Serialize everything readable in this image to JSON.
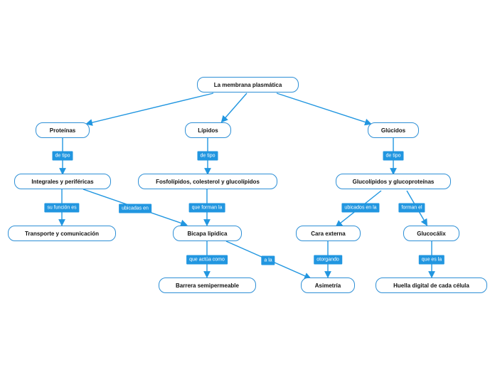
{
  "colors": {
    "line": "#2196e0",
    "border": "#2d8fd6",
    "label_bg": "#2196e0",
    "label_text": "#ffffff"
  },
  "nodes": {
    "root": "La membrana plasmática",
    "proteinas": "Proteínas",
    "lipidos": "Lípidos",
    "glucidos": "Glúcidos",
    "integrales": "Integrales y periféricas",
    "fosfolipidos": "Fosfolípidos, colesterol y glucolípidos",
    "glucolipidos": "Glucolípidos y glucoproteínas",
    "transporte": "Transporte y comunicación",
    "bicapa": "Bicapa lipídica",
    "cara_externa": "Cara externa",
    "glucocalix": "Glucocálix",
    "barrera": "Barrera semipermeable",
    "asimetria": "Asimetría",
    "huella": "Huella digital de cada célula"
  },
  "labels": {
    "de_tipo_1": "de tipo",
    "de_tipo_2": "de tipo",
    "de_tipo_3": "de tipo",
    "su_funcion": "su función es",
    "ubicadas_en": "ubicadas en",
    "que_forman_la": "que forman la",
    "ubicados_en_la": "ubicados en la",
    "forman_el": "forman el",
    "que_actua_como": "que actúa como",
    "a_la": "a la",
    "otorgando": "otorgando",
    "que_es_la": "que es la"
  }
}
